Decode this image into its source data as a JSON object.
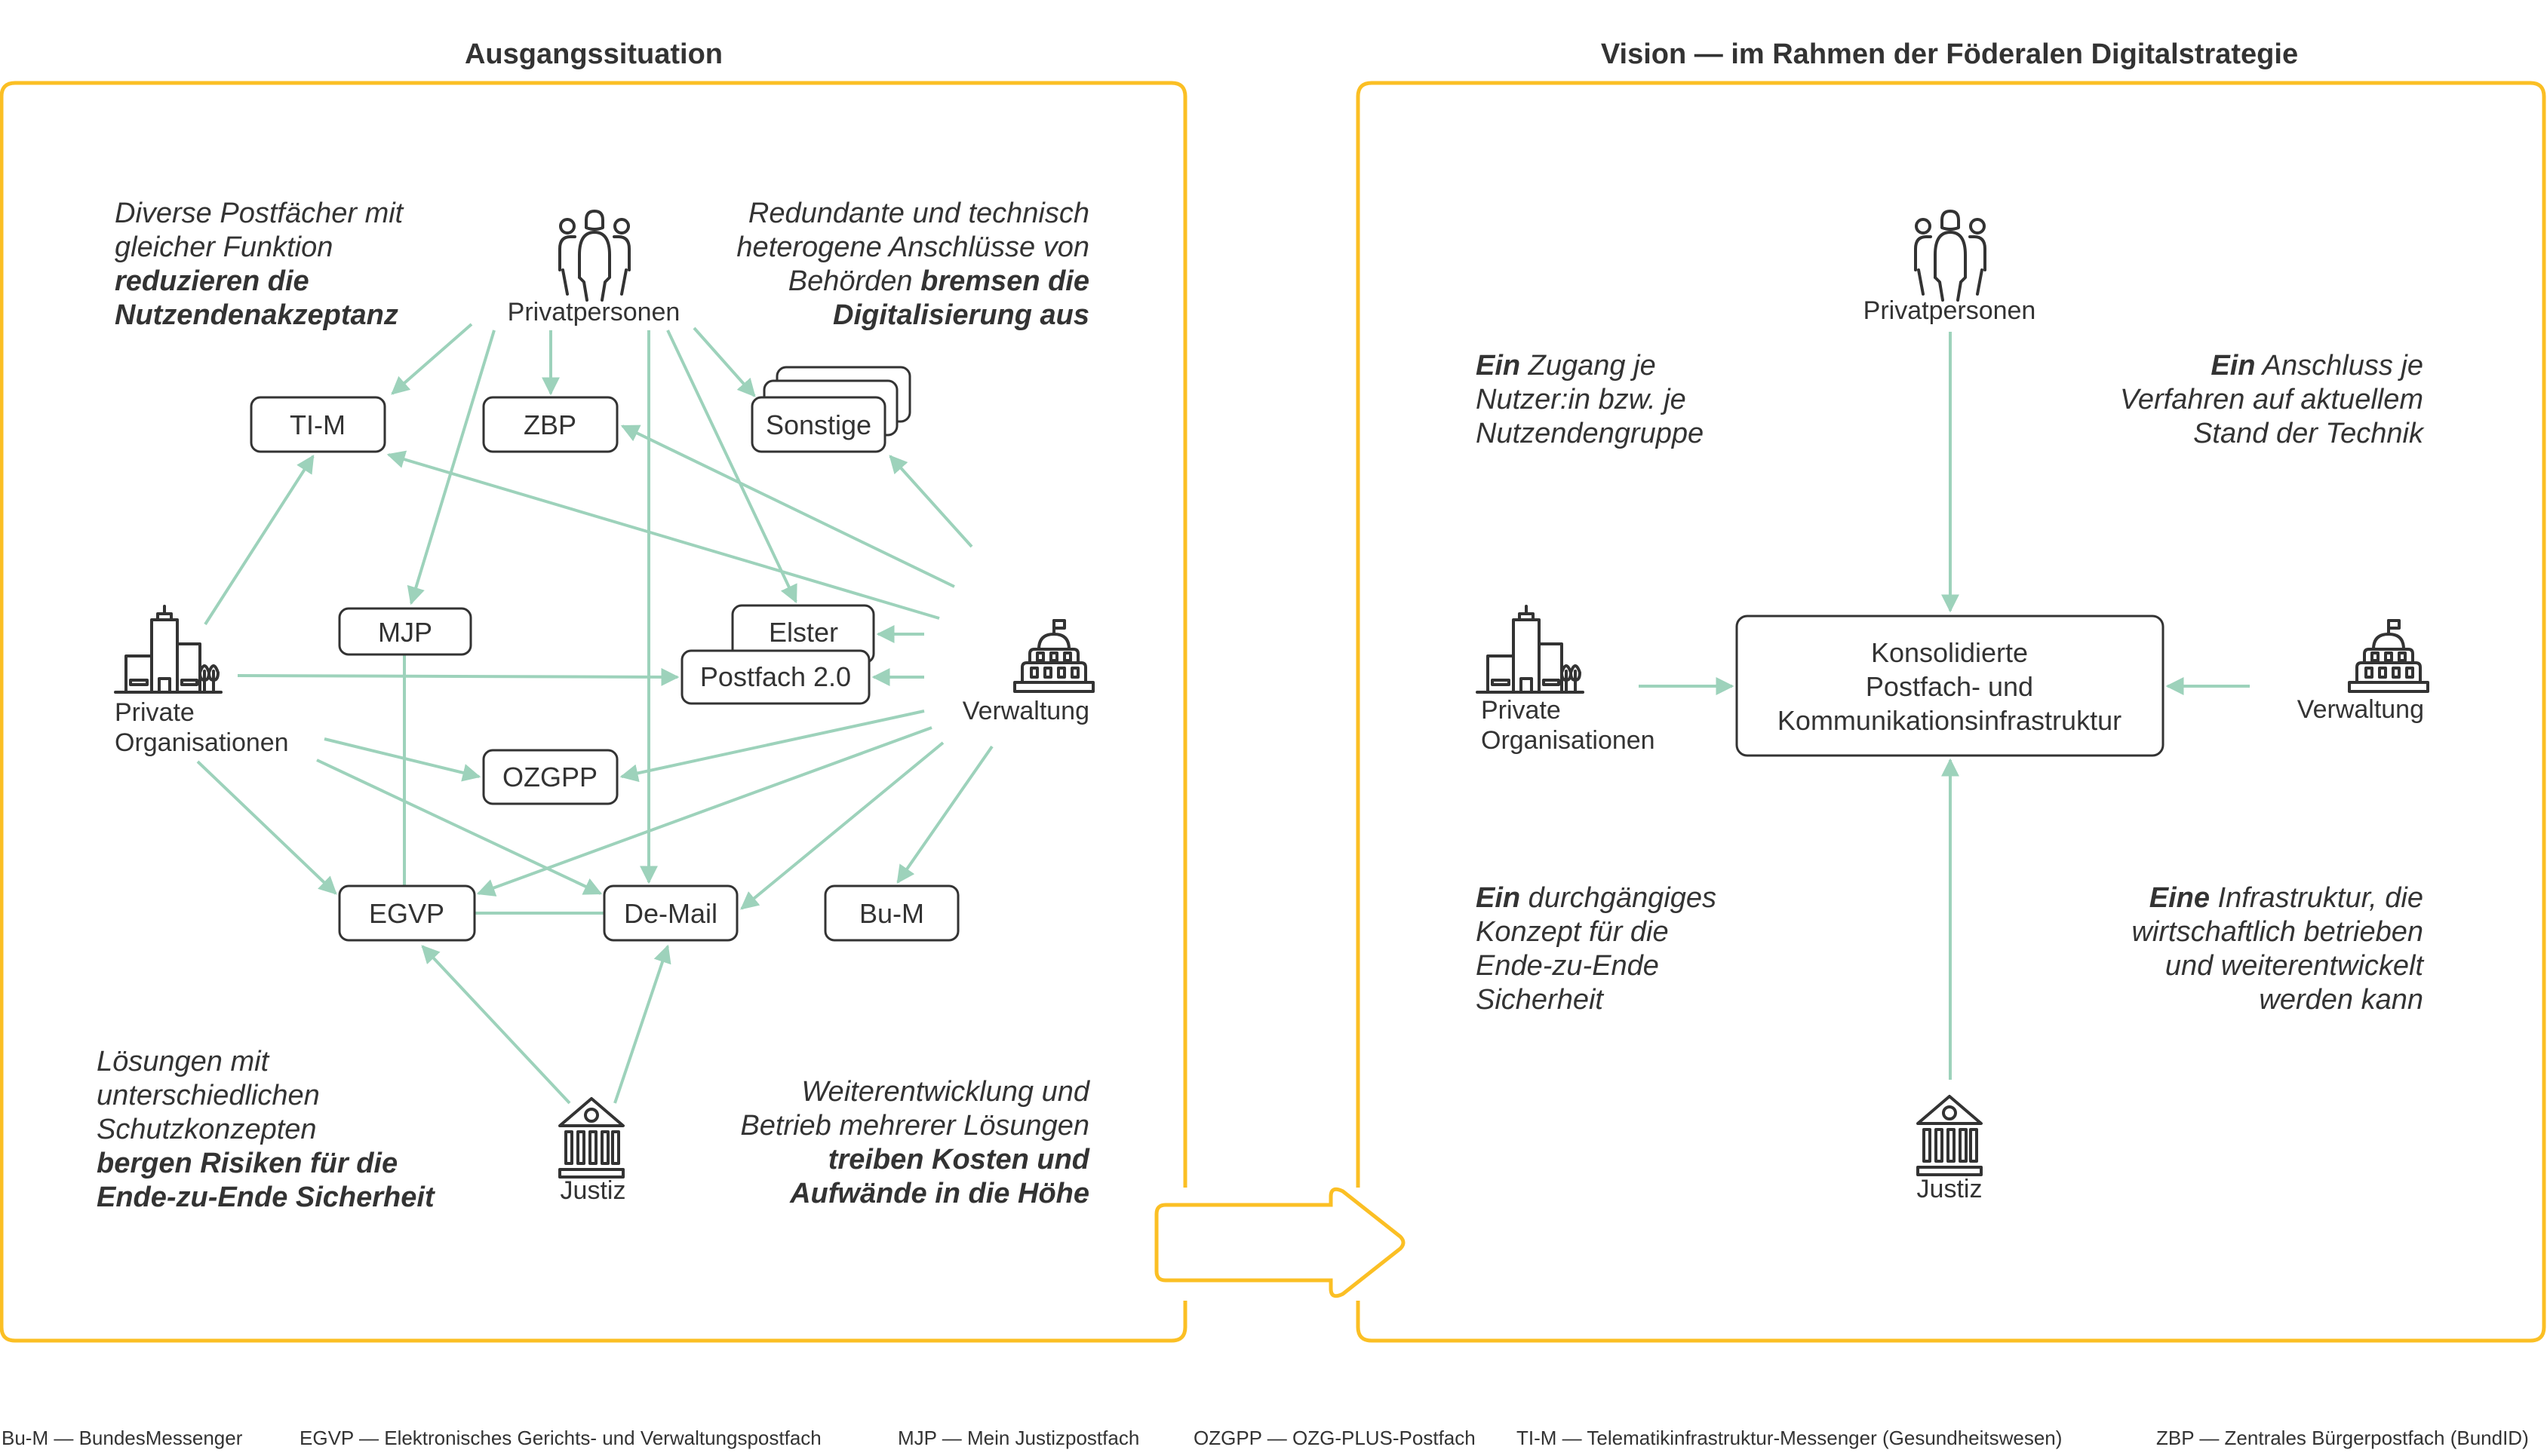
{
  "colors": {
    "frame": "#fbbf24",
    "edge": "#9dd2bb",
    "text": "#333333",
    "box_border": "#333333"
  },
  "left_panel": {
    "title": "Ausgangssituation",
    "actors": {
      "privatpersonen": "Privatpersonen",
      "private_organisationen": [
        "Private",
        "Organisationen"
      ],
      "verwaltung": "Verwaltung",
      "justiz": "Justiz"
    },
    "nodes": {
      "tim": "TI-M",
      "zbp": "ZBP",
      "sonstige": "Sonstige",
      "mjp": "MJP",
      "elster": "Elster",
      "postfach20": "Postfach 2.0",
      "ozgpp": "OZGPP",
      "egvp": "EGVP",
      "demail": "De-Mail",
      "bum": "Bu-M"
    },
    "callouts": {
      "top_left": [
        {
          "text": "Diverse Postfächer mit",
          "bold": false
        },
        {
          "text": "gleicher Funktion",
          "bold": false
        },
        {
          "text": "reduzieren die",
          "bold": true
        },
        {
          "text": "Nutzendenakzeptanz",
          "bold": true
        }
      ],
      "top_right": [
        {
          "parts": [
            {
              "text": "Redundante und technisch",
              "bold": false
            }
          ]
        },
        {
          "parts": [
            {
              "text": "heterogene Anschlüsse von",
              "bold": false
            }
          ]
        },
        {
          "parts": [
            {
              "text": "Behörden ",
              "bold": false
            },
            {
              "text": "bremsen die",
              "bold": true
            }
          ]
        },
        {
          "parts": [
            {
              "text": "Digitalisierung aus",
              "bold": true
            }
          ]
        }
      ],
      "bottom_left": [
        {
          "text": "Lösungen mit",
          "bold": false
        },
        {
          "text": "unterschiedlichen",
          "bold": false
        },
        {
          "text": "Schutzkonzepten",
          "bold": false
        },
        {
          "text": "bergen Risiken für die",
          "bold": true
        },
        {
          "text": "Ende-zu-Ende Sicherheit",
          "bold": true
        }
      ],
      "bottom_right": [
        {
          "text": "Weiterentwicklung und",
          "bold": false
        },
        {
          "text": "Betrieb mehrerer Lösungen",
          "bold": false
        },
        {
          "text": "treiben Kosten und",
          "bold": true
        },
        {
          "text": "Aufwände in die Höhe",
          "bold": true
        }
      ]
    }
  },
  "right_panel": {
    "title": "Vision — im Rahmen der Föderalen Digitalstrategie",
    "actors": {
      "privatpersonen": "Privatpersonen",
      "private_organisationen": [
        "Private",
        "Organisationen"
      ],
      "verwaltung": "Verwaltung",
      "justiz": "Justiz"
    },
    "center_box": [
      "Konsolidierte",
      "Postfach- und",
      "Kommunikationsinfrastruktur"
    ],
    "callouts": {
      "top_left": [
        {
          "parts": [
            {
              "text": "Ein",
              "bold": true
            },
            {
              "text": " Zugang je",
              "bold": false
            }
          ]
        },
        {
          "parts": [
            {
              "text": "Nutzer:in bzw. je",
              "bold": false
            }
          ]
        },
        {
          "parts": [
            {
              "text": "Nutzendengruppe",
              "bold": false
            }
          ]
        }
      ],
      "top_right": [
        {
          "parts": [
            {
              "text": "Ein",
              "bold": true
            },
            {
              "text": " Anschluss je",
              "bold": false
            }
          ]
        },
        {
          "parts": [
            {
              "text": "Verfahren auf aktuellem",
              "bold": false
            }
          ]
        },
        {
          "parts": [
            {
              "text": "Stand der Technik",
              "bold": false
            }
          ]
        }
      ],
      "bottom_left": [
        {
          "parts": [
            {
              "text": "Ein",
              "bold": true
            },
            {
              "text": " durchgängiges",
              "bold": false
            }
          ]
        },
        {
          "parts": [
            {
              "text": "Konzept für die",
              "bold": false
            }
          ]
        },
        {
          "parts": [
            {
              "text": "Ende-zu-Ende",
              "bold": false
            }
          ]
        },
        {
          "parts": [
            {
              "text": "Sicherheit",
              "bold": false
            }
          ]
        }
      ],
      "bottom_right": [
        {
          "parts": [
            {
              "text": "Eine",
              "bold": true
            },
            {
              "text": " Infrastruktur, die",
              "bold": false
            }
          ]
        },
        {
          "parts": [
            {
              "text": "wirtschaftlich betrieben",
              "bold": false
            }
          ]
        },
        {
          "parts": [
            {
              "text": "und weiterentwickelt",
              "bold": false
            }
          ]
        },
        {
          "parts": [
            {
              "text": "werden kann",
              "bold": false
            }
          ]
        }
      ]
    }
  },
  "legend": [
    "Bu-M — BundesMessenger",
    "EGVP — Elektronisches Gerichts- und Verwaltungspostfach",
    "MJP — Mein Justizpostfach",
    "OZGPP — OZG-PLUS-Postfach",
    "TI-M — Telematikinfrastruktur-Messenger (Gesundheitswesen)",
    "ZBP — Zentrales Bürgerpostfach (BundID)"
  ]
}
